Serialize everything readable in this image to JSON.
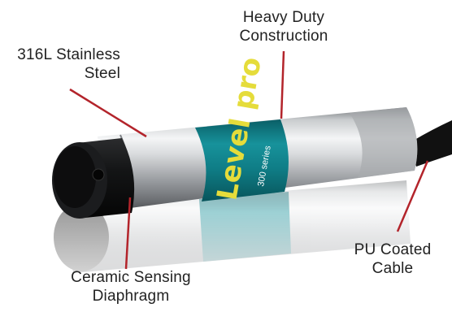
{
  "callouts": {
    "steel": {
      "line1": "316L Stainless",
      "line2": "Steel"
    },
    "duty": {
      "line1": "Heavy Duty",
      "line2": "Construction"
    },
    "ceramic": {
      "line1": "Ceramic Sensing",
      "line2": "Diaphragm"
    },
    "cable": {
      "line1": "PU Coated",
      "line2": "Cable"
    }
  },
  "product": {
    "brand": "Level pro",
    "series": "300 series"
  },
  "colors": {
    "leader": "#b3242b",
    "band": "#0f7d86",
    "brand_text": "#e5dc3b"
  }
}
